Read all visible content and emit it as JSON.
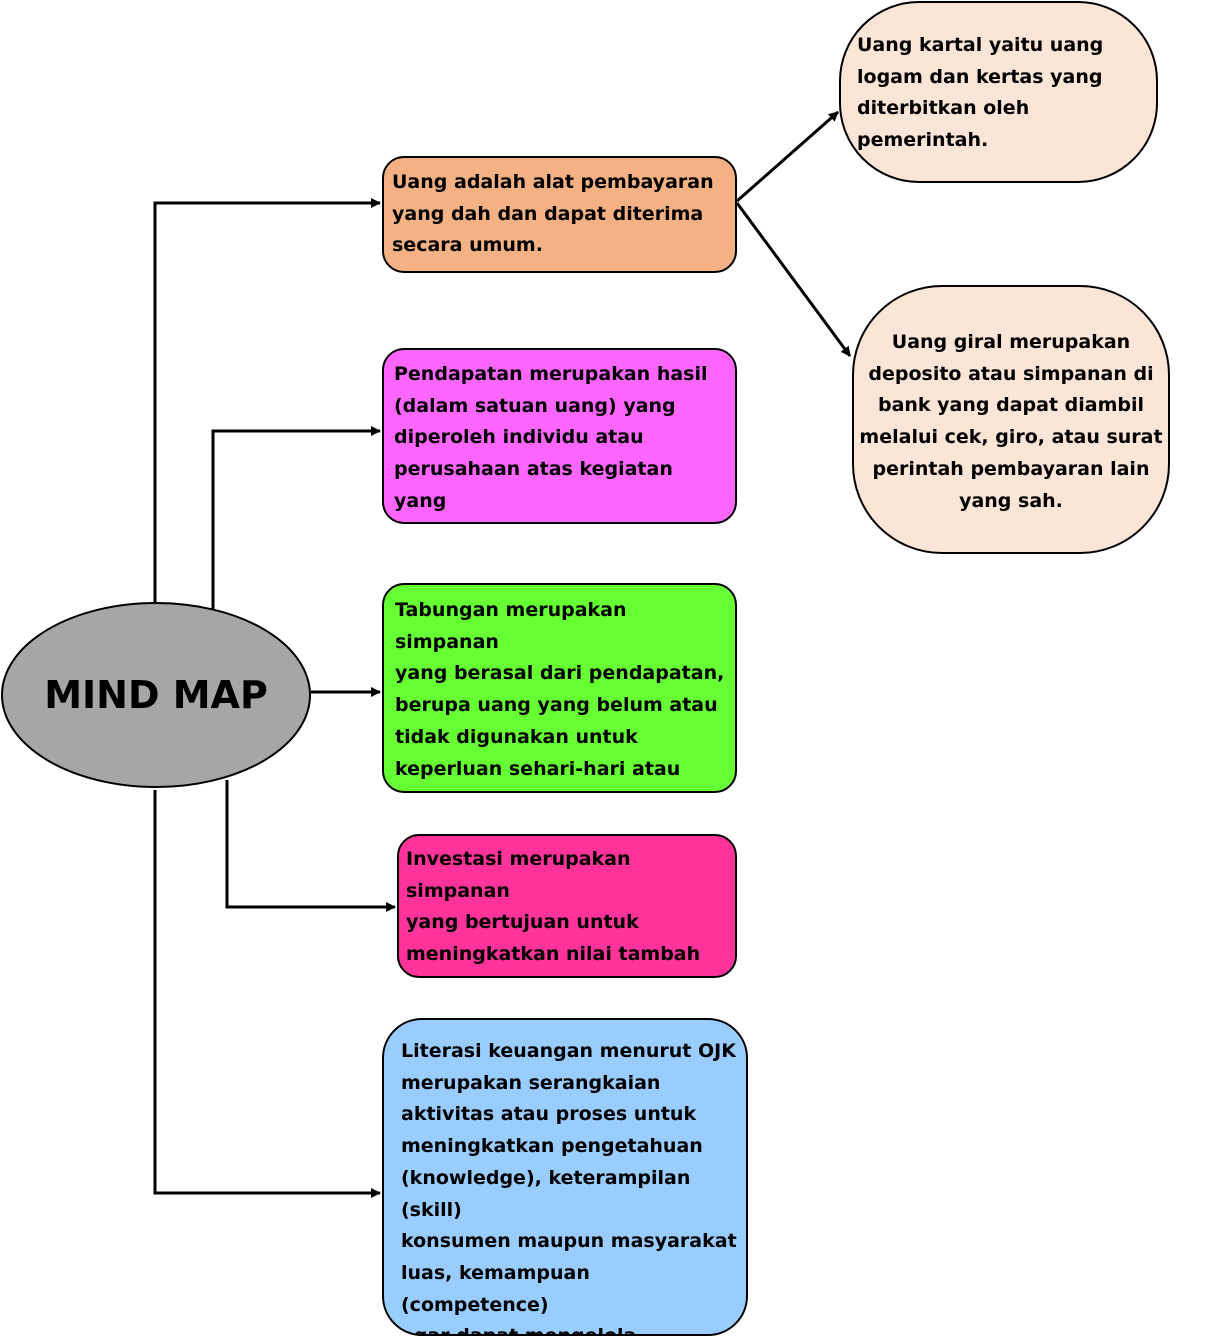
{
  "center": {
    "label": "MIND MAP",
    "fill": "#a6a6a6"
  },
  "topics": [
    {
      "id": "uang",
      "text": "Uang adalah alat pembayaran\nyang dah dan dapat diterima\nsecara umum.",
      "fill": "#f4b183"
    },
    {
      "id": "pendapatan",
      "text": "Pendapatan merupakan hasil\n(dalam satuan uang) yang\ndiperoleh individu atau\nperusahaan atas kegiatan yang\ndilakukan.",
      "fill": "#ff66ff"
    },
    {
      "id": "tabungan",
      "text": "Tabungan merupakan simpanan\nyang berasal dari pendapatan,\nberupa uang yang belum atau\ntidak digunakan untuk\nkeperluan sehari-hari atau\nkepentingan lain.",
      "fill": "#66ff33"
    },
    {
      "id": "investasi",
      "text": "Investasi merupakan simpanan\nyang bertujuan untuk\nmeningkatkan nilai tambah\nyang dimiliki",
      "fill": "#ff3399"
    },
    {
      "id": "literasi",
      "text": "Literasi keuangan menurut OJK\nmerupakan serangkaian\naktivitas atau proses untuk\nmeningkatkan pengetahuan\n(knowledge), keterampilan (skill)\nkonsumen maupun masyarakat\nluas, kemampuan (competence)\nagar dapat mengelola keuangan\nsecara lebih baik.",
      "fill": "#99ccff"
    }
  ],
  "subtopics": [
    {
      "id": "uang-kartal",
      "text": "Uang kartal yaitu uang\nlogam dan kertas yang\nditerbitkan oleh\npemerintah.",
      "fill": "#fbe5d6"
    },
    {
      "id": "uang-giral",
      "text": "Uang giral merupakan\ndeposito atau simpanan di\nbank yang dapat diambil\nmelalui cek, giro, atau surat\nperintah pembayaran lain\nyang sah.",
      "fill": "#fbe5d6"
    }
  ]
}
